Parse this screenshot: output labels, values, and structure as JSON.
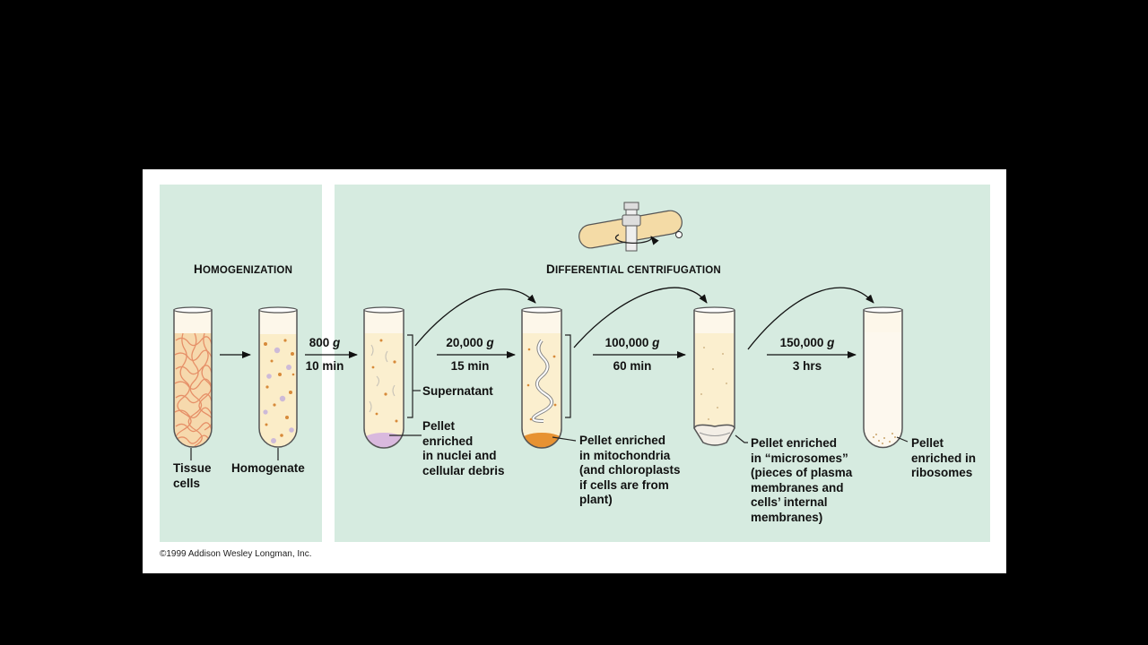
{
  "sections": {
    "homogenization": "Homogenization",
    "differential_centrifugation": "Differential Centrifugation"
  },
  "tubes": {
    "tissue": "Tissue\ncells",
    "homogenate": "Homogenate"
  },
  "steps": [
    {
      "force": "800 g",
      "time": "10 min"
    },
    {
      "force": "20,000 g",
      "time": "15 min"
    },
    {
      "force": "100,000 g",
      "time": "60 min"
    },
    {
      "force": "150,000 g",
      "time": "3 hrs"
    }
  ],
  "labels": {
    "supernatant": "Supernatant",
    "pellet_nuclei": "Pellet\nenriched\nin nuclei and\ncellular debris",
    "pellet_mito": "Pellet enriched\nin mitochondria\n(and chloroplasts\nif cells are from\nplant)",
    "pellet_microsomes": "Pellet enriched\nin “microsomes”\n(pieces of plasma\nmembranes and\ncells’ internal\nmembranes)",
    "pellet_ribosomes": "Pellet\nenriched in\nribosomes"
  },
  "copyright": "©1999 Addison Wesley Longman, Inc.",
  "colors": {
    "background": "#000000",
    "slide": "#ffffff",
    "panel": "#d6ebe0",
    "fluid": "#fbefcf",
    "cell_fill": "#f6d9ad",
    "cell_border": "#e69068",
    "debris": "#d78a3a",
    "nuclei_pellet": "#d9b9de",
    "mito_pellet": "#e79232"
  }
}
